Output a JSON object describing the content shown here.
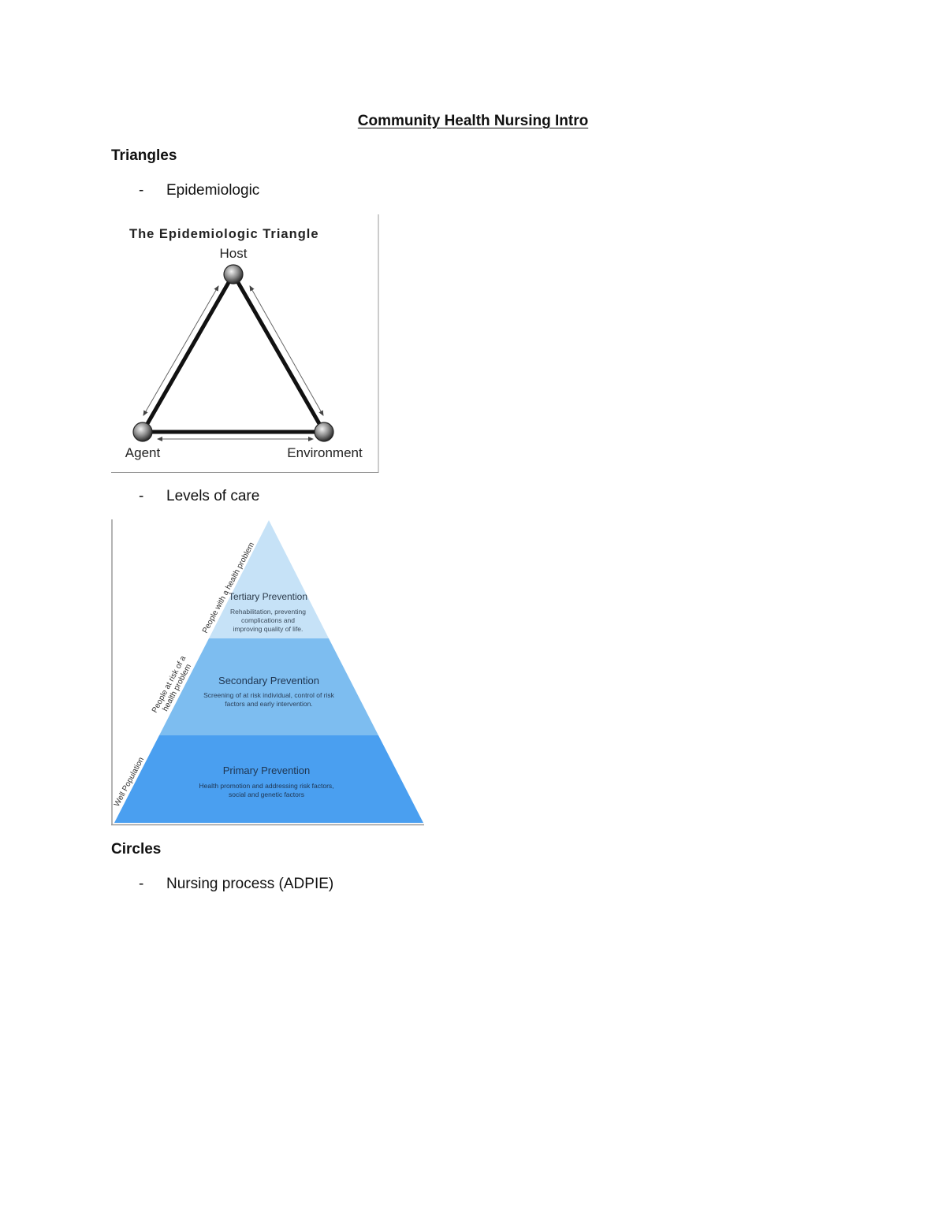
{
  "document": {
    "title": "Community Health Nursing Intro",
    "sections": [
      {
        "heading": "Triangles",
        "items": [
          {
            "bullet": "-",
            "label": "Epidemiologic"
          },
          {
            "bullet": "-",
            "label": "Levels of care"
          }
        ]
      },
      {
        "heading": "Circles",
        "items": [
          {
            "bullet": "-",
            "label": "Nursing process (ADPIE)"
          }
        ]
      }
    ]
  },
  "epidemiologic_figure": {
    "title": "The Epidemiologic Triangle",
    "nodes": {
      "host": "Host",
      "agent": "Agent",
      "environment": "Environment"
    }
  },
  "levels_of_care_figure": {
    "tiers": [
      {
        "name": "Tertiary Prevention",
        "description_lines": [
          "Rehabilitation, preventing",
          "complications and",
          "improving quality of life."
        ],
        "side_label_lines": [
          "People with a health problem"
        ],
        "color": "#c6e2f7"
      },
      {
        "name": "Secondary Prevention",
        "description_lines": [
          "Screening of at risk individual, control of risk",
          "factors and early intervention."
        ],
        "side_label_lines": [
          "People at risk of a",
          "health problem"
        ],
        "color": "#7dbdf0"
      },
      {
        "name": "Primary Prevention",
        "description_lines": [
          "Health promotion and addressing risk factors,",
          "social and genetic factors"
        ],
        "side_label_lines": [
          "Well Population"
        ],
        "color": "#4a9ff0"
      }
    ]
  }
}
